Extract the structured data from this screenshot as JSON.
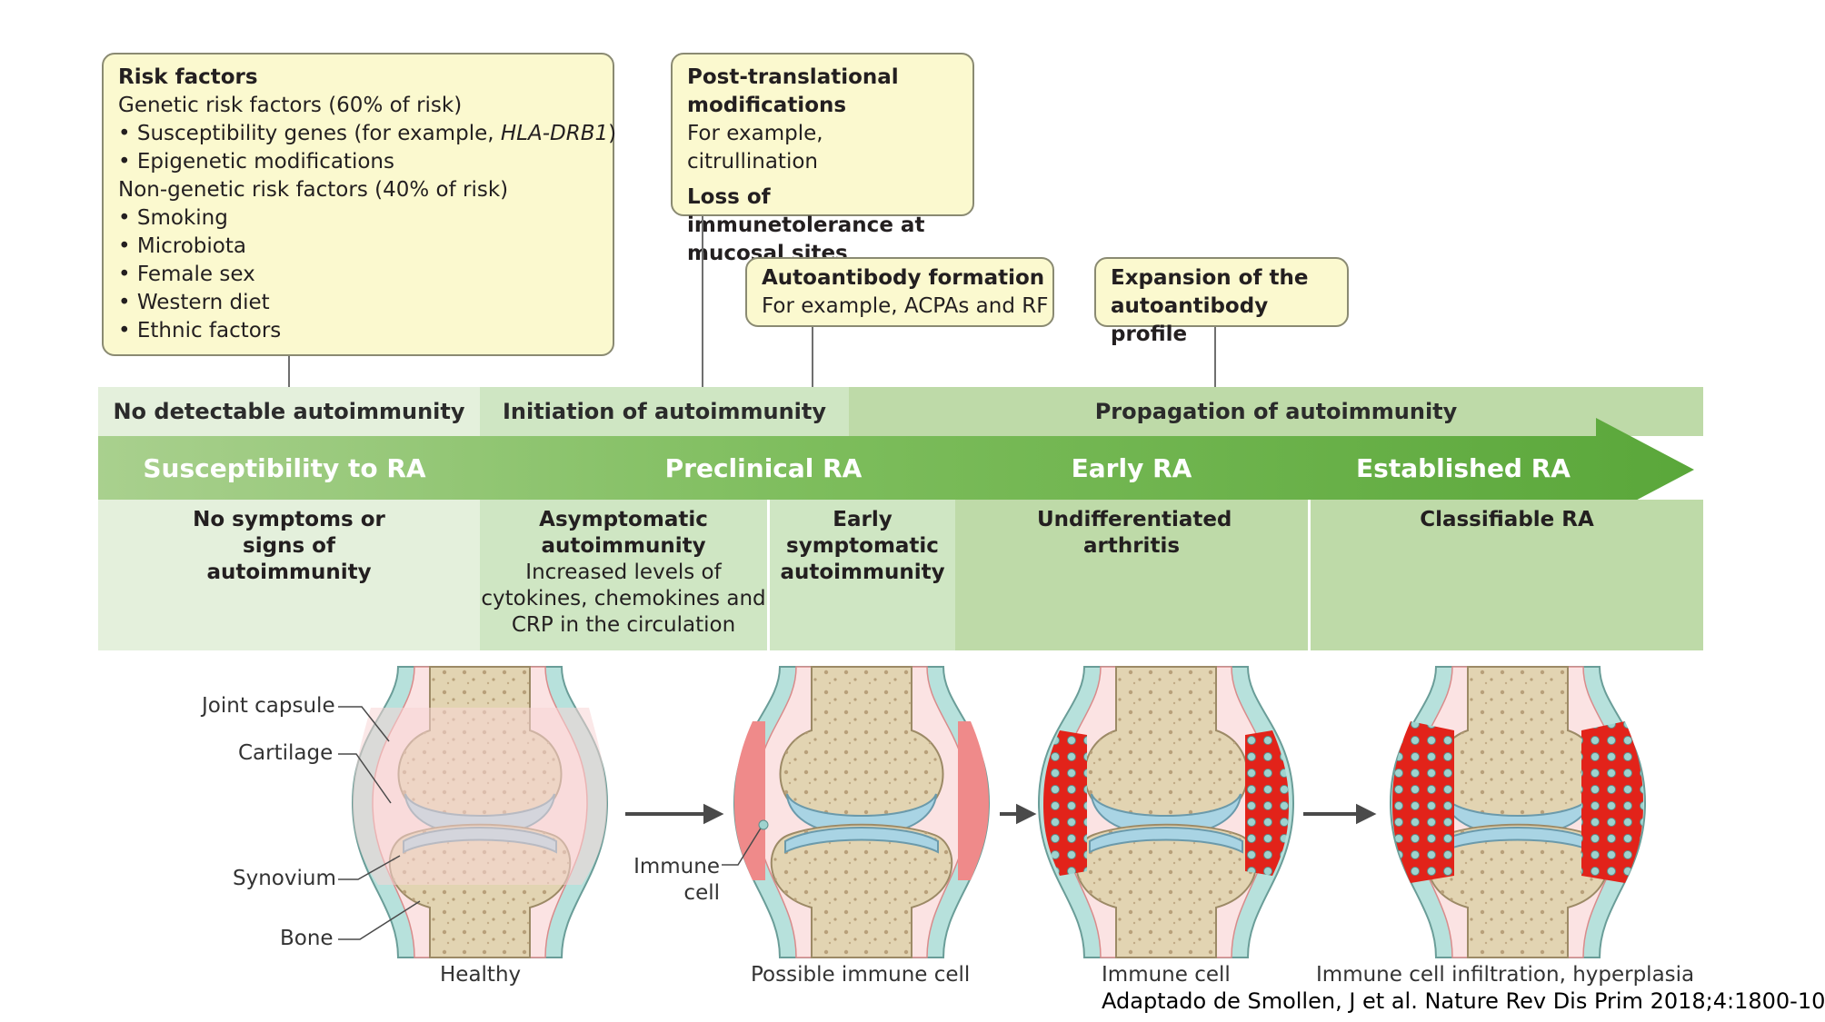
{
  "risk_box": {
    "title": "Risk factors",
    "lines": [
      "Genetic risk factors (60% of risk)",
      "• Susceptibility genes (for example, HLA-DRB1)",
      "• Epigenetic modifications",
      "Non-genetic risk factors (40% of risk)",
      "• Smoking",
      "• Microbiota",
      "• Female sex",
      "• Western diet",
      "• Ethnic factors"
    ]
  },
  "ptm_box": {
    "title": "Post-translational modifications",
    "subtitle": "For example, citrullination",
    "title2": "Loss of immunetolerance at mucosal sites"
  },
  "autoab_box": {
    "title": "Autoantibody formation",
    "subtitle": "For example, ACPAs and RF"
  },
  "expansion_box": {
    "title": "Expansion of the autoantibody profile"
  },
  "bands": {
    "no_detectable": "No detectable autoimmunity",
    "initiation": "Initiation of autoimmunity",
    "propagation": "Propagation of autoimmunity"
  },
  "stages": {
    "susceptibility": "Susceptibility to RA",
    "preclinical": "Preclinical RA",
    "early": "Early RA",
    "established": "Established RA"
  },
  "cells": {
    "no_symptoms": "No symptoms or signs of autoimmunity",
    "asymptomatic_title": "Asymptomatic autoimmunity",
    "asymptomatic_sub": "Increased levels of cytokines, chemokines and CRP in the circulation",
    "early_symptomatic": "Early symptomatic autoimmunity",
    "undifferentiated": "Undifferentiated arthritis",
    "classifiable": "Classifiable RA"
  },
  "anatomy": {
    "joint_capsule": "Joint capsule",
    "cartilage": "Cartilage",
    "synovium": "Synovium",
    "bone": "Bone",
    "immune_cell": "Immune cell"
  },
  "captions": {
    "healthy": "Healthy",
    "possible": "Possible immune cell",
    "immune": "Immune cell",
    "infiltration": "Immune cell infiltration, hyperplasia"
  },
  "credit": "Adaptado de Smollen, J et al.  Nature Rev Dis Prim 2018;4:1800-10",
  "colors": {
    "box_fill": "#fbf9cf",
    "band_light": "#e4f0dc",
    "band_mid": "#cfe6c3",
    "band_dark": "#bedaa8",
    "arrow": "#6ab04c",
    "synovium_red": "#e2231a",
    "capsule_blue": "#b7e1dc"
  }
}
